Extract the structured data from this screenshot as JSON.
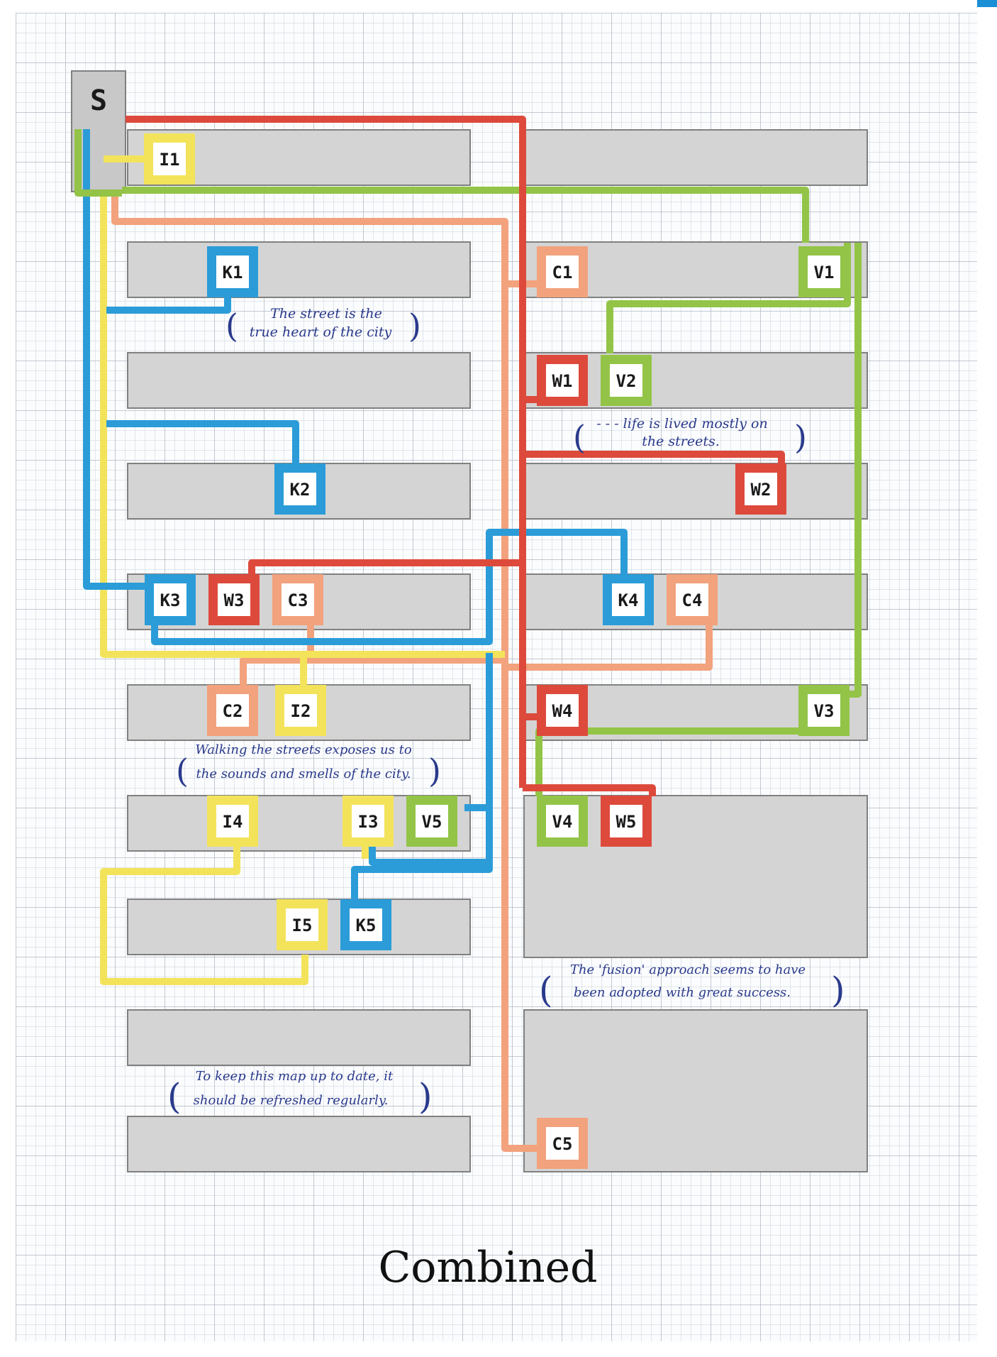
{
  "title": "Combined",
  "colors": {
    "background": "#ffffff",
    "grid_minor": "#c5ccd6",
    "grid_major": "#9aa4b3",
    "block": "#d3d3d3",
    "block_border": "#7f7f7f",
    "start_fill": "#c8c8c8",
    "red": "#dd4a3c",
    "green": "#93c447",
    "blue": "#2b9cd8",
    "salmon": "#f2a27d",
    "yellow": "#f3e35b",
    "note_ink": "#2a3a8c"
  },
  "start": {
    "id": "start",
    "label": "S"
  },
  "nodes": [
    {
      "id": "i1",
      "label": "I1",
      "color": "yellow"
    },
    {
      "id": "k1",
      "label": "K1",
      "color": "blue"
    },
    {
      "id": "c1",
      "label": "C1",
      "color": "salmon"
    },
    {
      "id": "v1",
      "label": "V1",
      "color": "green"
    },
    {
      "id": "w1",
      "label": "W1",
      "color": "red"
    },
    {
      "id": "v2",
      "label": "V2",
      "color": "green"
    },
    {
      "id": "k2",
      "label": "K2",
      "color": "blue"
    },
    {
      "id": "w2",
      "label": "W2",
      "color": "red"
    },
    {
      "id": "k3",
      "label": "K3",
      "color": "blue"
    },
    {
      "id": "w3",
      "label": "W3",
      "color": "red"
    },
    {
      "id": "c3",
      "label": "C3",
      "color": "salmon"
    },
    {
      "id": "k4",
      "label": "K4",
      "color": "blue"
    },
    {
      "id": "c4",
      "label": "C4",
      "color": "salmon"
    },
    {
      "id": "c2",
      "label": "C2",
      "color": "salmon"
    },
    {
      "id": "i2",
      "label": "I2",
      "color": "yellow"
    },
    {
      "id": "w4",
      "label": "W4",
      "color": "red"
    },
    {
      "id": "v3",
      "label": "V3",
      "color": "green"
    },
    {
      "id": "i4",
      "label": "I4",
      "color": "yellow"
    },
    {
      "id": "i3",
      "label": "I3",
      "color": "yellow"
    },
    {
      "id": "v5",
      "label": "V5",
      "color": "green"
    },
    {
      "id": "v4",
      "label": "V4",
      "color": "green"
    },
    {
      "id": "w5",
      "label": "W5",
      "color": "red"
    },
    {
      "id": "i5",
      "label": "I5",
      "color": "yellow"
    },
    {
      "id": "k5",
      "label": "K5",
      "color": "blue"
    },
    {
      "id": "c5",
      "label": "C5",
      "color": "salmon"
    }
  ],
  "notes": [
    {
      "id": "note-1",
      "lines": [
        "The street is the",
        "true heart of the city"
      ]
    },
    {
      "id": "note-2",
      "lines": [
        "- - - life is lived mostly on",
        "the streets."
      ]
    },
    {
      "id": "note-3",
      "lines": [
        "Walking the streets exposes us to",
        "the sounds and smells of the city."
      ]
    },
    {
      "id": "note-4",
      "lines": [
        "The 'fusion' approach seems to have",
        "been adopted with great success."
      ]
    },
    {
      "id": "note-5",
      "lines": [
        "To keep this map up to date, it",
        "should be refreshed regularly."
      ]
    }
  ]
}
